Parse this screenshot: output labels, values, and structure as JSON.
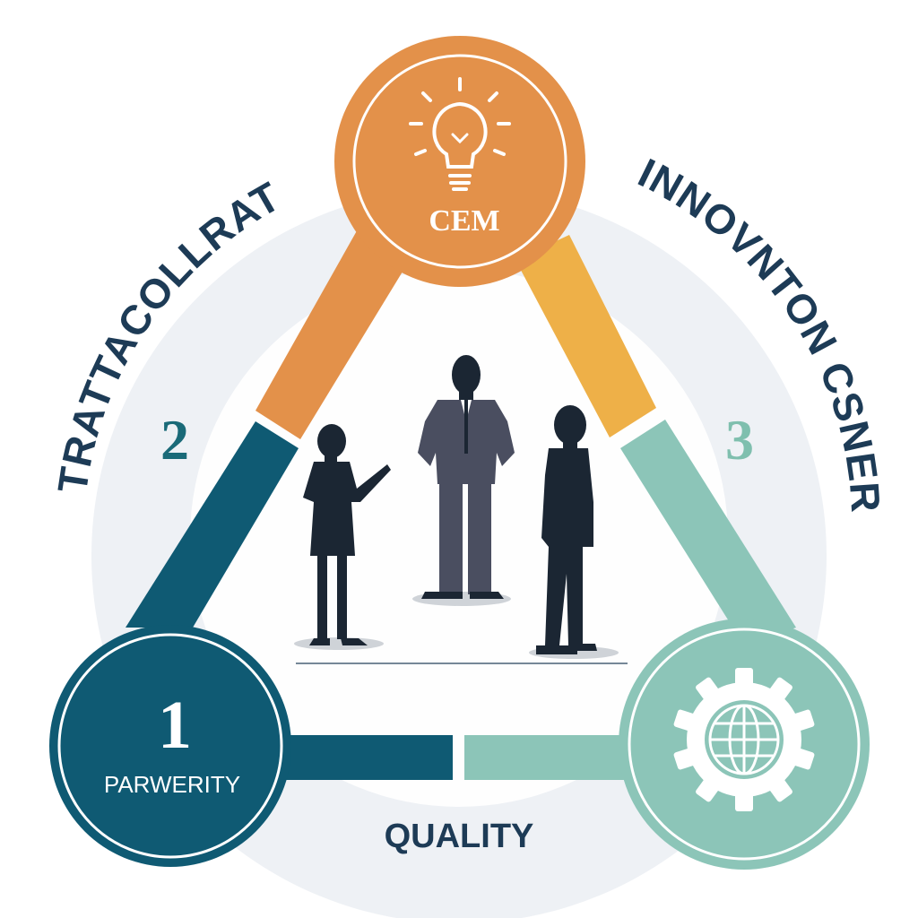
{
  "top_node": {
    "label": "CEM",
    "icon": "lightbulb-icon"
  },
  "left_node": {
    "number": "1",
    "label": "PARWERITY"
  },
  "right_node": {
    "icon": "gear-globe-icon"
  },
  "left_side": {
    "number": "2",
    "arc_text": "TRATTACOLLRATION"
  },
  "right_side": {
    "number": "3",
    "arc_text": "INNOVNTON CSNERTL"
  },
  "bottom_label": "QUALITY",
  "colors": {
    "orange": "#e3914a",
    "yellow_orange": "#eeb048",
    "teal_dark": "#0f5a73",
    "teal_light": "#8cc5b8",
    "navy_text": "#1d3b56",
    "silhouette_dark": "#1b2633",
    "silhouette_suit": "#4a4e60",
    "halo": "#eef1f5"
  }
}
